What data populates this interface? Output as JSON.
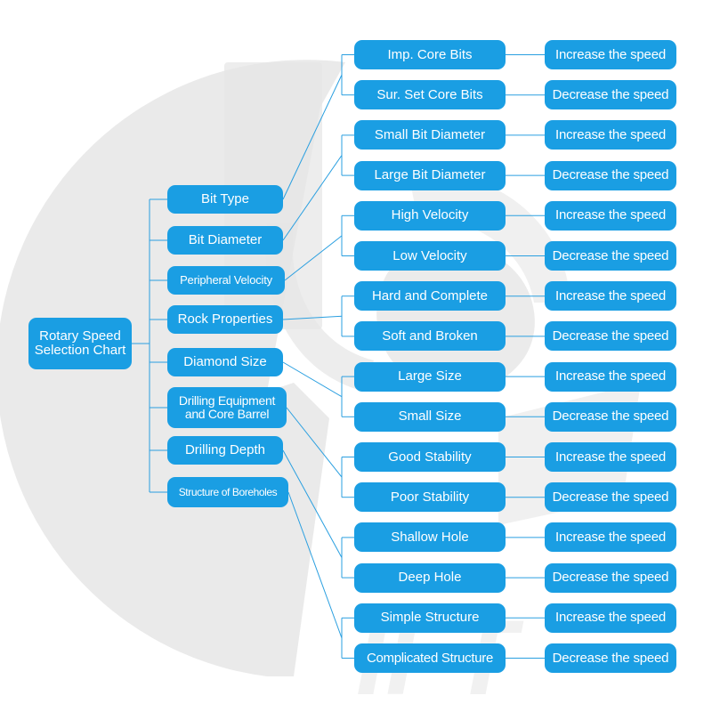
{
  "diagram": {
    "root": "Rotary Speed Selection Chart",
    "factors": [
      {
        "label": "Bit Type",
        "conditions": [
          {
            "label": "Imp. Core Bits",
            "result": "Increase the speed"
          },
          {
            "label": "Sur. Set Core Bits",
            "result": "Decrease the speed"
          }
        ]
      },
      {
        "label": "Bit Diameter",
        "conditions": [
          {
            "label": "Small Bit Diameter",
            "result": "Increase the speed"
          },
          {
            "label": "Large Bit Diameter",
            "result": "Decrease the speed"
          }
        ]
      },
      {
        "label": "Peripheral Velocity",
        "conditions": [
          {
            "label": "High Velocity",
            "result": "Increase the speed"
          },
          {
            "label": "Low Velocity",
            "result": "Decrease the speed"
          }
        ]
      },
      {
        "label": "Rock Properties",
        "conditions": [
          {
            "label": "Hard and Complete",
            "result": "Increase the speed"
          },
          {
            "label": "Soft and Broken",
            "result": "Decrease the speed"
          }
        ]
      },
      {
        "label": "Diamond Size",
        "conditions": [
          {
            "label": "Large Size",
            "result": "Increase the speed"
          },
          {
            "label": "Small Size",
            "result": "Decrease the speed"
          }
        ]
      },
      {
        "label": "Drilling Equipment and Core Barrel",
        "conditions": [
          {
            "label": "Good Stability",
            "result": "Increase the speed"
          },
          {
            "label": "Poor Stability",
            "result": "Decrease the speed"
          }
        ]
      },
      {
        "label": "Drilling Depth",
        "conditions": [
          {
            "label": "Shallow Hole",
            "result": "Increase the speed"
          },
          {
            "label": "Deep Hole",
            "result": "Decrease the speed"
          }
        ]
      },
      {
        "label": "Structure of Boreholes",
        "conditions": [
          {
            "label": "Simple Structure",
            "result": "Increase the speed"
          },
          {
            "label": "Complicated Structure",
            "result": "Decrease the speed"
          }
        ]
      }
    ]
  },
  "colors": {
    "box_fill": "#1a9ee3",
    "line": "#2a9fe0",
    "watermark": "#e6e6e6"
  },
  "watermark": {
    "icon": "company-logo-watermark-icon"
  }
}
